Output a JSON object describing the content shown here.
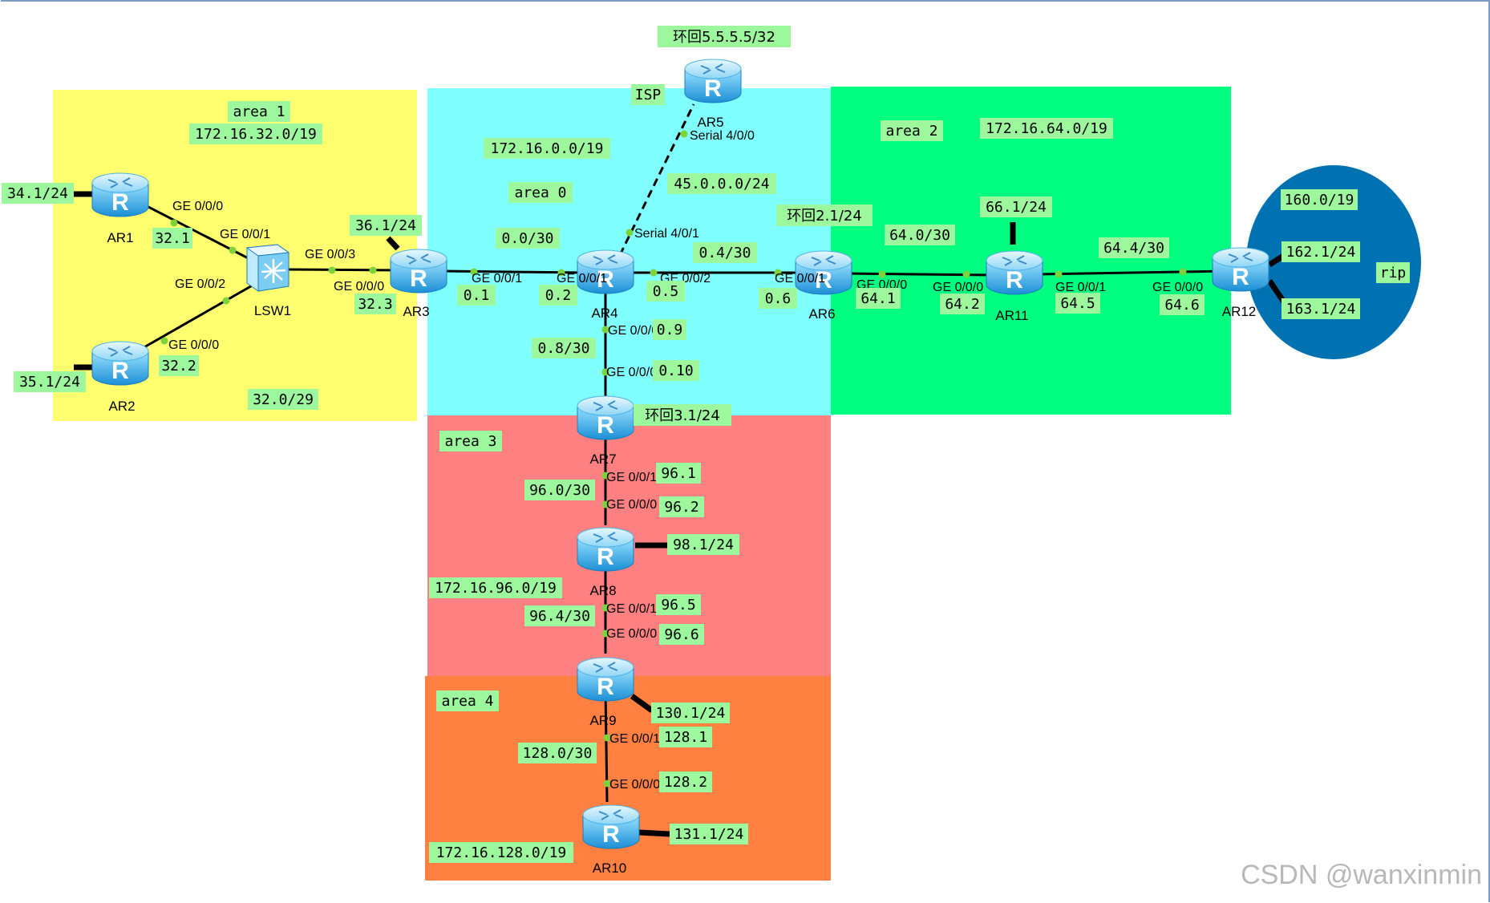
{
  "areas": {
    "area1": {
      "name": "area 1",
      "prefix": "172.16.32.0/19",
      "color": "#ffff70"
    },
    "area0": {
      "name": "area 0",
      "prefix": "172.16.0.0/19",
      "color": "#80ffff"
    },
    "area2": {
      "name": "area 2",
      "prefix": "172.16.64.0/19",
      "color": "#00ff80"
    },
    "area3": {
      "name": "area 3",
      "prefix": "172.16.96.0/19",
      "color": "#ff8080"
    },
    "area4": {
      "name": "area 4",
      "prefix": "172.16.128.0/19",
      "color": "#ff8040"
    },
    "rip": {
      "name": "rip",
      "color": "#0072b2"
    }
  },
  "isp_label": "ISP",
  "devices": {
    "ar1": "AR1",
    "ar2": "AR2",
    "lsw1": "LSW1",
    "ar3": "AR3",
    "ar4": "AR4",
    "ar5": "AR5",
    "ar6": "AR6",
    "ar7": "AR7",
    "ar8": "AR8",
    "ar9": "AR9",
    "ar10": "AR10",
    "ar11": "AR11",
    "ar12": "AR12"
  },
  "ports": {
    "ar1_ge000": "GE 0/0/0",
    "lsw1_ge001": "GE 0/0/1",
    "lsw1_ge002": "GE 0/0/2",
    "ar2_ge000": "GE 0/0/0",
    "lsw1_ge003": "GE 0/0/3",
    "ar3_ge000": "GE 0/0/0",
    "ar3_ge001": "GE 0/0/1",
    "ar4_ge001": "GE 0/0/1",
    "ar4_ge002": "GE 0/0/2",
    "ar4_ge000": "GE 0/0/0",
    "ar4_s401": "Serial 4/0/1",
    "ar5_s400": "Serial 4/0/0",
    "ar6_ge001": "GE 0/0/1",
    "ar6_ge000": "GE 0/0/0",
    "ar11_ge000": "GE 0/0/0",
    "ar11_ge001": "GE 0/0/1",
    "ar12_ge000": "GE 0/0/0",
    "ar7_ge000": "GE 0/0/0",
    "ar7_ge001": "GE 0/0/1",
    "ar8_ge000": "GE 0/0/0",
    "ar8_ge001": "GE 0/0/1",
    "ar9_ge000": "GE 0/0/0",
    "ar9_ge001": "GE 0/0/1",
    "ar10_ge000": "GE 0/0/0"
  },
  "labels": {
    "ar1_loop": "34.1/24",
    "ar2_loop": "35.1/24",
    "ar1_ip": "32.1",
    "ar2_ip": "32.2",
    "lan_net": "32.0/29",
    "ar3_ip_lan": "32.3",
    "ar3_loop": "36.1/24",
    "net_ar3_ar4": "0.0/30",
    "ar3_ip_bb": "0.1",
    "ar4_ip_ar3": "0.2",
    "loop_ar5": "环回5.5.5.5/32",
    "net_isp": "45.0.0.0/24",
    "net_ar4_ar6": "0.4/30",
    "ar4_ip_ar6": "0.5",
    "ar6_ip_ar4": "0.6",
    "loop_ar6": "环回2.1/24",
    "net_ar6_ar11": "64.0/30",
    "ar6_ip": "64.1",
    "ar11_ip_ar6": "64.2",
    "ar11_loop": "66.1/24",
    "net_ar11_ar12": "64.4/30",
    "ar11_ip_ar12": "64.5",
    "ar12_ip": "64.6",
    "rip_net1": "160.0/19",
    "rip_net2": "162.1/24",
    "rip_net3": "163.1/24",
    "net_ar4_ar7": "0.8/30",
    "ar4_ip_ar7": "0.9",
    "ar7_ip_ar4": "0.10",
    "loop_ar7": "环回3.1/24",
    "net_ar7_ar8": "96.0/30",
    "ar7_ip_ar8": "96.1",
    "ar8_ip_ar7": "96.2",
    "ar8_loop": "98.1/24",
    "net_ar8_ar9": "96.4/30",
    "ar8_ip_ar9": "96.5",
    "ar9_ip_ar8": "96.6",
    "ar9_loop": "130.1/24",
    "net_ar9_ar10": "128.0/30",
    "ar9_ip_ar10": "128.1",
    "ar10_ip_ar9": "128.2",
    "ar10_loop": "131.1/24"
  },
  "watermark": "CSDN @wanxinmin"
}
